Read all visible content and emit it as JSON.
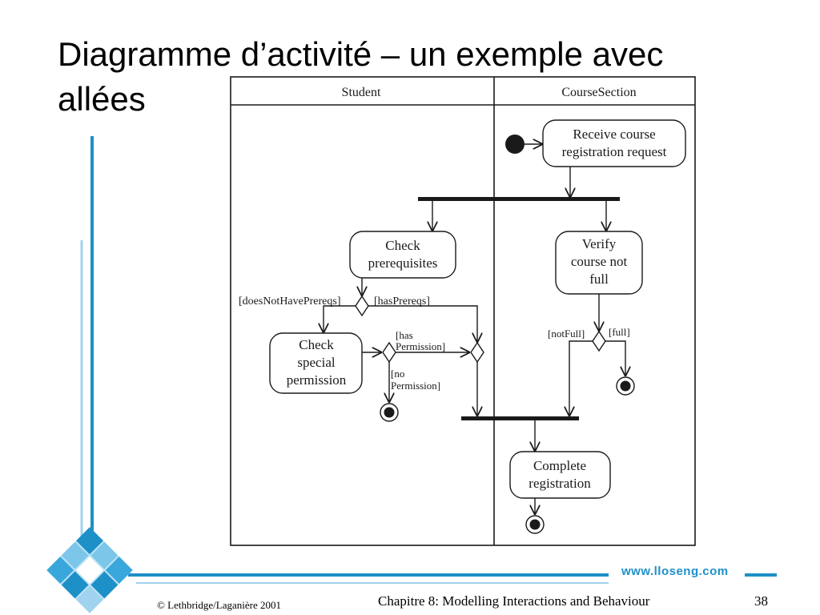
{
  "slide": {
    "title_line1": "Diagramme d’activité – un exemple avec",
    "title_line2": "allées",
    "brand": "www.lloseng.com",
    "footer_left": "© Lethbridge/Laganière 2001",
    "footer_center": "Chapitre 8: Modelling Interactions and Behaviour",
    "page_number": "38",
    "accent_color": "#1e90c8"
  },
  "diagram": {
    "swimlanes": [
      "Student",
      "CourseSection"
    ],
    "activities": {
      "receive": [
        "Receive course",
        "registration request"
      ],
      "check_prereqs": [
        "Check",
        "prerequisites"
      ],
      "verify": [
        "Verify",
        "course not",
        "full"
      ],
      "check_permission": [
        "Check",
        "special",
        "permission"
      ],
      "complete": [
        "Complete",
        "registration"
      ]
    },
    "guards": {
      "does_not_have_prereqs": "[doesNotHavePrereqs]",
      "has_prereqs": "[hasPrereqs]",
      "has_permission": [
        "[has",
        "Permission]"
      ],
      "no_permission": [
        "[no",
        "Permission]"
      ],
      "not_full": "[notFull]",
      "full": "[full]"
    }
  }
}
